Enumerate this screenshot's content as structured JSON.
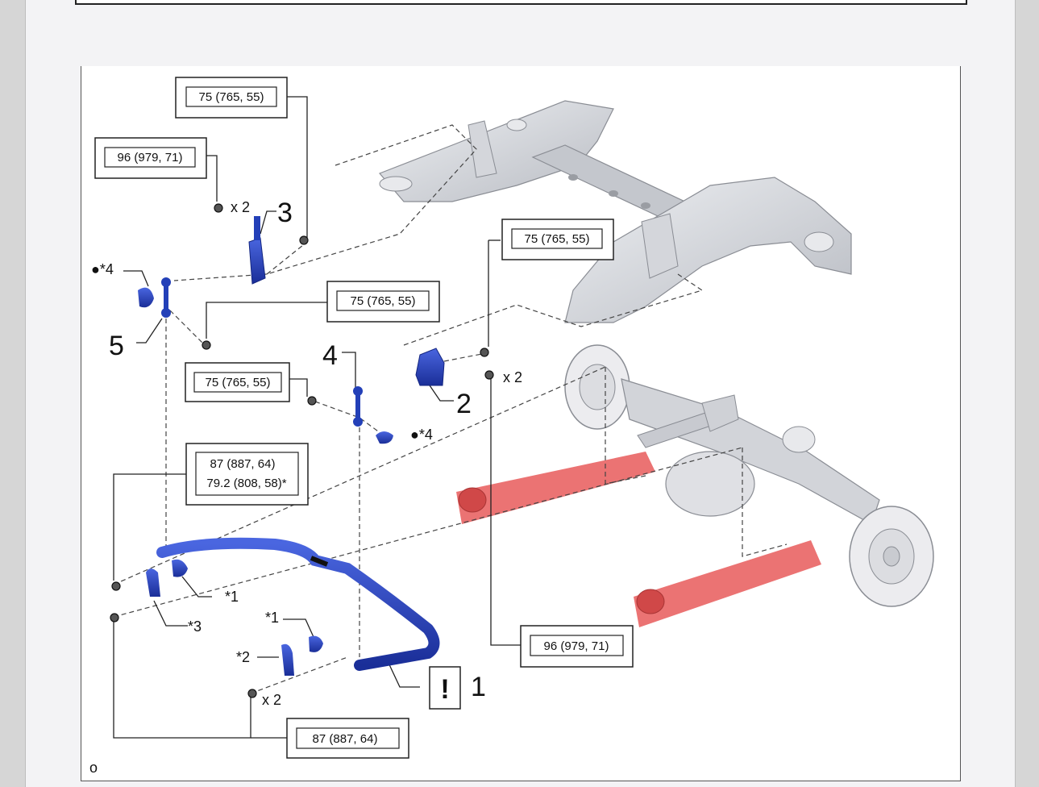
{
  "torque_labels": {
    "t1": "75 (765, 55)",
    "t2": "96 (979, 71)",
    "t3": "75 (765, 55)",
    "t4": "75 (765, 55)",
    "t5": "75 (765, 55)",
    "t6_line1": "87 (887, 64)",
    "t6_line2": "79.2 (808, 58)*",
    "t7": "96 (979, 71)",
    "t8": "87 (887, 64)"
  },
  "part_numbers": {
    "p1": "1",
    "p2": "2",
    "p3": "3",
    "p4": "4",
    "p5": "5"
  },
  "callouts": {
    "star4_a": "●*4",
    "star4_b": "●*4",
    "star1_a": "*1",
    "star1_b": "*1",
    "star2": "*2",
    "star3": "*3",
    "qty_a": "x 2",
    "qty_b": "x 2",
    "qty_c": "x 2",
    "caution": "!",
    "corner": "o"
  },
  "colors": {
    "part_blue": "#2340b8",
    "highlight_red": "#e85a5a",
    "frame_gray": "#c9cbd0"
  }
}
